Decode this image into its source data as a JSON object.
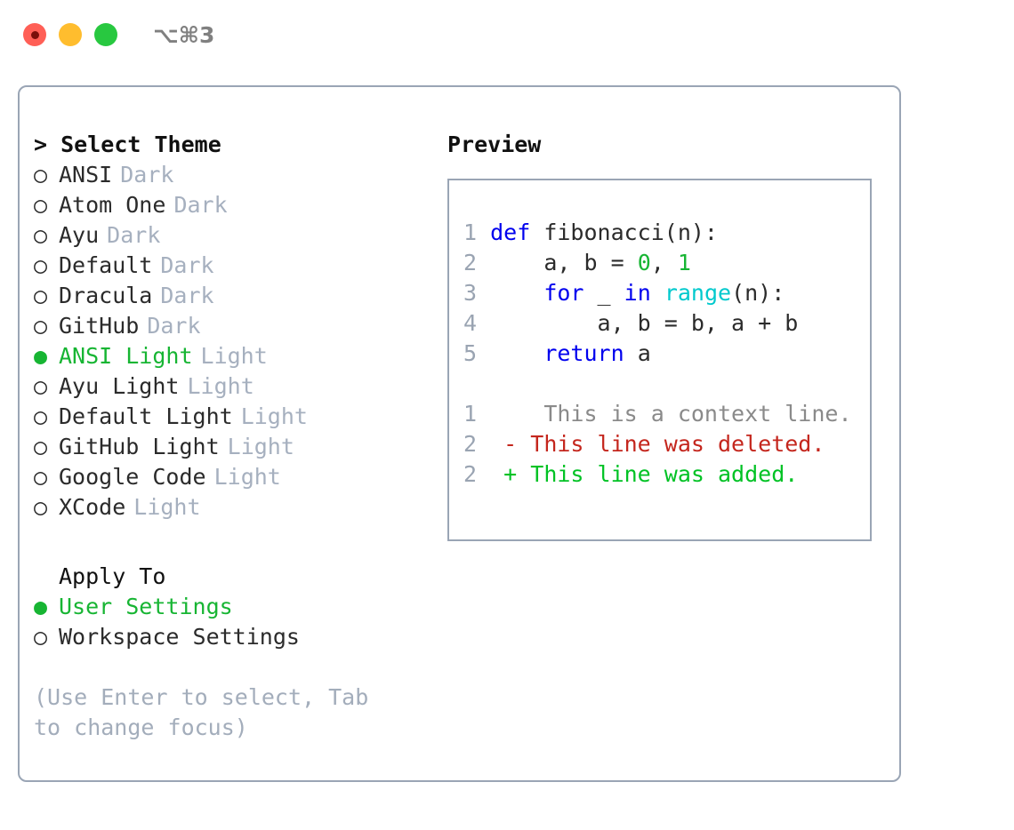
{
  "titlebar": {
    "shortcut": "⌥⌘3",
    "lights": [
      {
        "name": "close",
        "color": "#ff5f56"
      },
      {
        "name": "minimize",
        "color": "#ffbd2e"
      },
      {
        "name": "maximize",
        "color": "#28c840"
      }
    ]
  },
  "theme_section": {
    "caret": ">",
    "heading": "Select Theme",
    "items": [
      {
        "marker": "○",
        "name": "ANSI",
        "variant": "Dark",
        "selected": false
      },
      {
        "marker": "○",
        "name": "Atom One",
        "variant": "Dark",
        "selected": false
      },
      {
        "marker": "○",
        "name": "Ayu",
        "variant": "Dark",
        "selected": false
      },
      {
        "marker": "○",
        "name": "Default",
        "variant": "Dark",
        "selected": false
      },
      {
        "marker": "○",
        "name": "Dracula",
        "variant": "Dark",
        "selected": false
      },
      {
        "marker": "○",
        "name": "GitHub",
        "variant": "Dark",
        "selected": false
      },
      {
        "marker": "●",
        "name": "ANSI Light",
        "variant": "Light",
        "selected": true
      },
      {
        "marker": "○",
        "name": "Ayu Light",
        "variant": "Light",
        "selected": false
      },
      {
        "marker": "○",
        "name": "Default Light",
        "variant": "Light",
        "selected": false
      },
      {
        "marker": "○",
        "name": "GitHub Light",
        "variant": "Light",
        "selected": false
      },
      {
        "marker": "○",
        "name": "Google Code",
        "variant": "Light",
        "selected": false
      },
      {
        "marker": "○",
        "name": "XCode",
        "variant": "Light",
        "selected": false
      }
    ]
  },
  "apply_section": {
    "heading": "Apply To",
    "items": [
      {
        "marker": "●",
        "name": "User Settings",
        "selected": true
      },
      {
        "marker": "○",
        "name": "Workspace Settings",
        "selected": false
      }
    ]
  },
  "hint": "(Use Enter to select, Tab to change focus)",
  "preview": {
    "heading": "Preview",
    "code_lines": [
      {
        "number": "1",
        "tokens": [
          {
            "text": "def",
            "type": "kw"
          },
          {
            "text": " fibonacci(n):",
            "type": "txt"
          }
        ]
      },
      {
        "number": "2",
        "tokens": [
          {
            "text": "    a, b = ",
            "type": "txt"
          },
          {
            "text": "0",
            "type": "num"
          },
          {
            "text": ", ",
            "type": "txt"
          },
          {
            "text": "1",
            "type": "num"
          }
        ]
      },
      {
        "number": "3",
        "tokens": [
          {
            "text": "    ",
            "type": "txt"
          },
          {
            "text": "for",
            "type": "kw"
          },
          {
            "text": " _ ",
            "type": "txt"
          },
          {
            "text": "in",
            "type": "kw"
          },
          {
            "text": " ",
            "type": "txt"
          },
          {
            "text": "range",
            "type": "fn"
          },
          {
            "text": "(n):",
            "type": "txt"
          }
        ]
      },
      {
        "number": "4",
        "tokens": [
          {
            "text": "        a, b = b, a + b",
            "type": "txt"
          }
        ]
      },
      {
        "number": "5",
        "tokens": [
          {
            "text": "    ",
            "type": "txt"
          },
          {
            "text": "return",
            "type": "kw"
          },
          {
            "text": " a",
            "type": "txt"
          }
        ]
      }
    ],
    "diff_lines": [
      {
        "number": "1",
        "sign": " ",
        "text": "  This is a context line.",
        "kind": "ctx"
      },
      {
        "number": "2",
        "sign": "-",
        "text": " This line was deleted.",
        "kind": "del"
      },
      {
        "number": "2",
        "sign": "+",
        "text": " This line was added.",
        "kind": "add"
      }
    ]
  },
  "colors": {
    "accent_green": "#17b533",
    "muted": "#a6b0bf",
    "border": "#9aa5b5",
    "keyword": "#0000ee",
    "function": "#00c9cd",
    "number": "#17b533",
    "diff_add": "#00c224",
    "diff_del": "#c4261d",
    "diff_ctx": "#8a8a8a",
    "lineno": "#9aa4b2"
  }
}
